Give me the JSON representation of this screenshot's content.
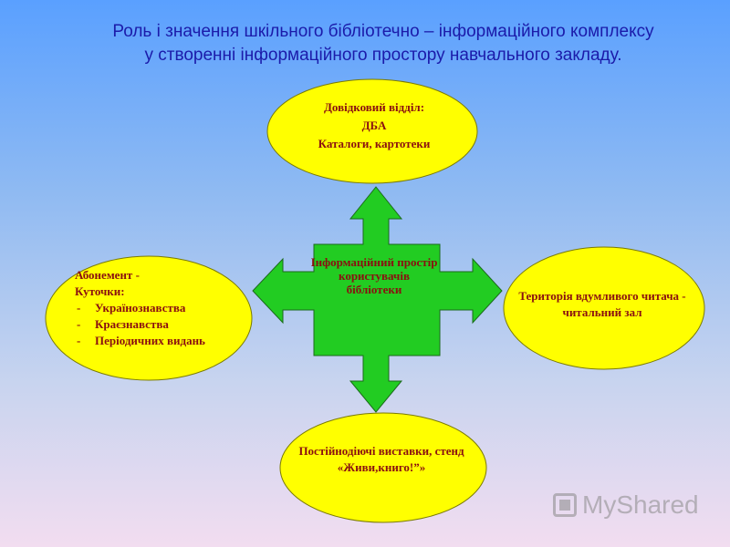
{
  "title": {
    "line1": "Роль і значення шкільного бібліотечно – інформаційного комплексу",
    "line2": "у створенні інформаційного простору навчального закладу."
  },
  "center": {
    "label": "Інформаційний простір користувачів бібліотеки"
  },
  "top_node": {
    "line1": "Довідковий відділ:",
    "line2": "ДБА",
    "line3": "Каталоги, картотеки"
  },
  "right_node": {
    "text": "Територія вдумливого читача - читальний зал"
  },
  "bottom_node": {
    "text": "Постійнодіючі виставки, стенд «Живи,книго!”»"
  },
  "left_node": {
    "line1": "Абонемент -",
    "line2": "Куточки:",
    "items": [
      "Українознавства",
      "Краєзнавства",
      "Періодичних видань"
    ]
  },
  "watermark": {
    "text": "MyShared"
  },
  "colors": {
    "arrow_fill": "#22cc22",
    "arrow_stroke": "#1a6a1a",
    "oval_fill": "#ffff00",
    "oval_stroke": "#7a7a00",
    "text": "#8a1010",
    "title": "#1b1baa"
  }
}
